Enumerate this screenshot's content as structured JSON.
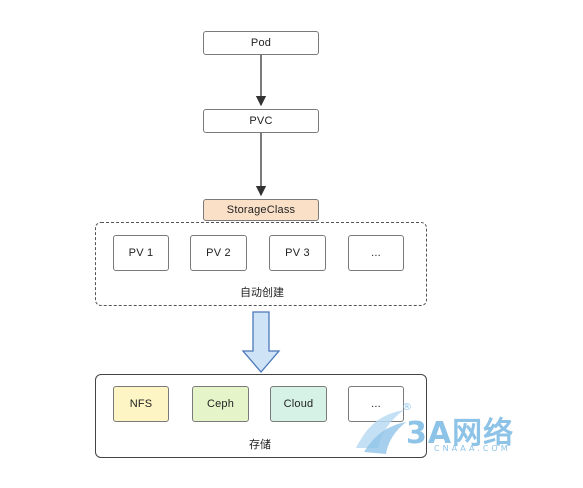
{
  "nodes": {
    "pod": "Pod",
    "pvc": "PVC",
    "storageclass": "StorageClass"
  },
  "auto_create": {
    "label": "自动创建",
    "items": [
      "PV 1",
      "PV 2",
      "PV 3",
      "..."
    ]
  },
  "storage": {
    "label": "存储",
    "items": [
      "NFS",
      "Ceph",
      "Cloud",
      "..."
    ]
  },
  "watermark": {
    "brand": "3A网络",
    "domain": "CNAAA.COM",
    "registered": "®"
  },
  "colors": {
    "storageclass_fill": "#fbe0c8",
    "nfs_fill": "#fdf6c4",
    "ceph_fill": "#e6f5c9",
    "cloud_fill": "#d6f1e6",
    "big_arrow_fill": "#cfe3f7",
    "big_arrow_stroke": "#4a78b8",
    "watermark": "#8ec3e8"
  }
}
